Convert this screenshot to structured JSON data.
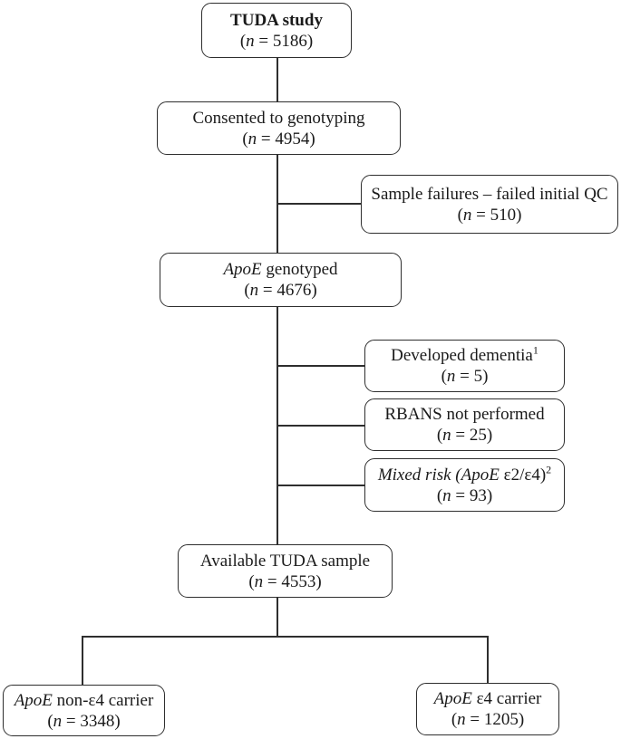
{
  "diagram": {
    "type": "flowchart",
    "description": "Participant flow diagram of the TUDA study ApoE genotyping sample",
    "colors": {
      "background": "#ffffff",
      "box_border": "#2e2e2e",
      "connector_line": "#2e2e2e",
      "text": "#1a1a1a"
    },
    "count": {
      "open": "(",
      "n": "n"
    },
    "nodes": [
      {
        "id": "tuda-study",
        "label": "TUDA study",
        "count_rest": " = 5186)"
      },
      {
        "id": "consented-genotyping",
        "label": "Consented to genotyping",
        "count_rest": " = 4954)"
      },
      {
        "id": "sample-failures",
        "label": "Sample failures – failed initial QC",
        "count_rest": " = 510)"
      },
      {
        "id": "apoe-genotyped",
        "em": "ApoE",
        "label": " genotyped",
        "count_rest": " = 4676)"
      },
      {
        "id": "developed-dementia",
        "label": "Developed dementia",
        "sup": "1",
        "count_rest": " = 5)"
      },
      {
        "id": "rbans-not-performed",
        "label": "RBANS not performed",
        "count_rest": " = 25)"
      },
      {
        "id": "mixed-risk",
        "em": "Mixed risk (ApoE ",
        "label": "ε2/ε4)",
        "sup": "2",
        "count_rest": " = 93)"
      },
      {
        "id": "available-tuda-sample",
        "label": "Available TUDA sample",
        "count_rest": " = 4553)"
      },
      {
        "id": "apoe-non-e4-carrier",
        "em": "ApoE",
        "label": " non-ε4 carrier",
        "count_rest": " = 3348)"
      },
      {
        "id": "apoe-e4-carrier",
        "em": "ApoE",
        "label": " ε4 carrier",
        "count_rest": " = 1205)"
      }
    ]
  }
}
